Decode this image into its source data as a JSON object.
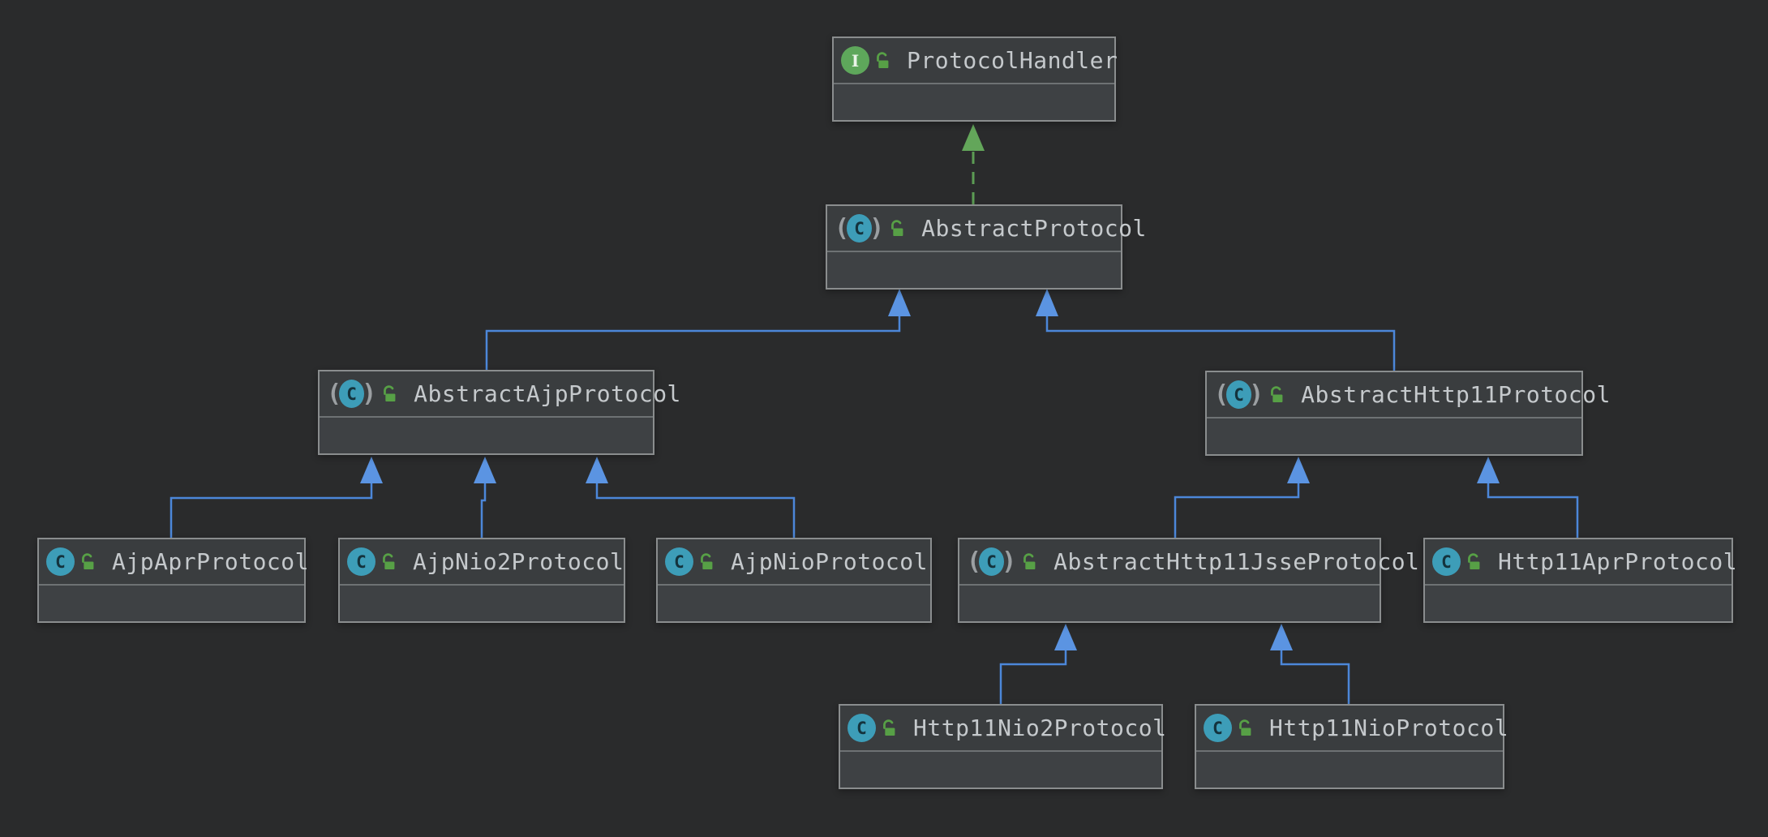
{
  "diagram": {
    "type": "uml-class-hierarchy",
    "tool_hint": "IDE class diagram canvas (dark theme)",
    "colors": {
      "canvas_bg": "#2a2b2c",
      "node_title_bg": "#3a3d3f",
      "node_body_bg": "#3e4144",
      "node_border": "#8a8d8e",
      "node_label": "#c5c9cc",
      "extends_edge": "#4c87d9",
      "extends_arrow": "#5b94e2",
      "implements_edge": "#5c9c54",
      "implements_arrow": "#63a65a",
      "class_icon_bg": "#3d9db8",
      "interface_icon_bg": "#5ea75b",
      "lock_icon": "#57a046"
    },
    "nodes": [
      {
        "id": "protocol-handler",
        "label": "ProtocolHandler",
        "kind": "interface",
        "icons": [
          "interface-icon",
          "lock-open-icon"
        ]
      },
      {
        "id": "abstract-protocol",
        "label": "AbstractProtocol",
        "kind": "abstract-class",
        "icons": [
          "abstract-class-icon",
          "lock-open-icon"
        ]
      },
      {
        "id": "abstract-ajp-protocol",
        "label": "AbstractAjpProtocol",
        "kind": "abstract-class",
        "icons": [
          "abstract-class-icon",
          "lock-open-icon"
        ]
      },
      {
        "id": "abstract-http11-protocol",
        "label": "AbstractHttp11Protocol",
        "kind": "abstract-class",
        "icons": [
          "abstract-class-icon",
          "lock-open-icon"
        ]
      },
      {
        "id": "ajp-apr-protocol",
        "label": "AjpAprProtocol",
        "kind": "class",
        "icons": [
          "class-icon",
          "lock-open-icon"
        ]
      },
      {
        "id": "ajp-nio2-protocol",
        "label": "AjpNio2Protocol",
        "kind": "class",
        "icons": [
          "class-icon",
          "lock-open-icon"
        ]
      },
      {
        "id": "ajp-nio-protocol",
        "label": "AjpNioProtocol",
        "kind": "class",
        "icons": [
          "class-icon",
          "lock-open-icon"
        ]
      },
      {
        "id": "abstract-http11-jsse-protocol",
        "label": "AbstractHttp11JsseProtocol",
        "kind": "abstract-class",
        "icons": [
          "abstract-class-icon",
          "lock-open-icon"
        ]
      },
      {
        "id": "http11-apr-protocol",
        "label": "Http11AprProtocol",
        "kind": "class",
        "icons": [
          "class-icon",
          "lock-open-icon"
        ]
      },
      {
        "id": "http11-nio2-protocol",
        "label": "Http11Nio2Protocol",
        "kind": "class",
        "icons": [
          "class-icon",
          "lock-open-icon"
        ]
      },
      {
        "id": "http11-nio-protocol",
        "label": "Http11NioProtocol",
        "kind": "class",
        "icons": [
          "class-icon",
          "lock-open-icon"
        ]
      }
    ],
    "edges": [
      {
        "from": "AbstractProtocol",
        "to": "ProtocolHandler",
        "relation": "implements"
      },
      {
        "from": "AbstractAjpProtocol",
        "to": "AbstractProtocol",
        "relation": "extends"
      },
      {
        "from": "AbstractHttp11Protocol",
        "to": "AbstractProtocol",
        "relation": "extends"
      },
      {
        "from": "AjpAprProtocol",
        "to": "AbstractAjpProtocol",
        "relation": "extends"
      },
      {
        "from": "AjpNio2Protocol",
        "to": "AbstractAjpProtocol",
        "relation": "extends"
      },
      {
        "from": "AjpNioProtocol",
        "to": "AbstractAjpProtocol",
        "relation": "extends"
      },
      {
        "from": "AbstractHttp11JsseProtocol",
        "to": "AbstractHttp11Protocol",
        "relation": "extends"
      },
      {
        "from": "Http11AprProtocol",
        "to": "AbstractHttp11Protocol",
        "relation": "extends"
      },
      {
        "from": "Http11Nio2Protocol",
        "to": "AbstractHttp11JsseProtocol",
        "relation": "extends"
      },
      {
        "from": "Http11NioProtocol",
        "to": "AbstractHttp11JsseProtocol",
        "relation": "extends"
      }
    ]
  }
}
